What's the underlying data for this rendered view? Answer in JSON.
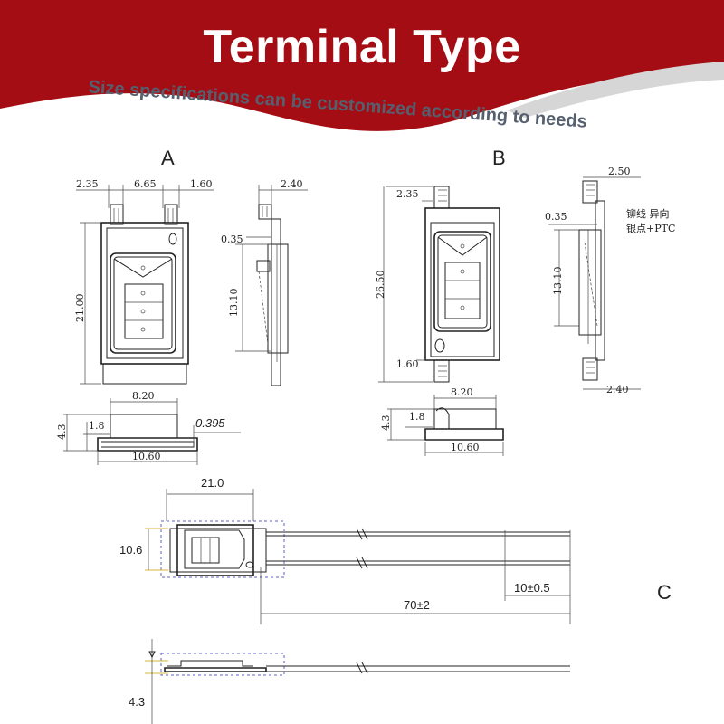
{
  "header": {
    "title": "Terminal Type",
    "subtitle": "Size specifications can be customized according to needs",
    "banner_color": "#a50d14",
    "accent_color": "#d6d6d6",
    "subtitle_color": "#555f6e"
  },
  "drawing_a": {
    "label": "A",
    "dims": {
      "d235": "2.35",
      "d665": "6.65",
      "d160": "1.60",
      "d240": "2.40",
      "d035": "0.35",
      "d1310": "13.10",
      "d2100": "21.00",
      "d820": "8.20",
      "d43": "4.3",
      "d18": "1.8",
      "d0395": "0.395",
      "d1060": "10.60"
    }
  },
  "drawing_b": {
    "label": "B",
    "dims": {
      "d235": "2.35",
      "d2650": "26.50",
      "d160": "1.60",
      "d250": "2.50",
      "d035": "0.35",
      "d1310": "13.10",
      "d240": "2.40",
      "d820": "8.20",
      "d43": "4.3",
      "d18": "1.8",
      "d1060": "10.60"
    },
    "notes": [
      "铆线 异向",
      "银点+PTC"
    ]
  },
  "drawing_c": {
    "label": "C",
    "dims": {
      "d210": "21.0",
      "d106": "10.6",
      "d70": "70±2",
      "d10": "10±0.5",
      "d43": "4.3"
    }
  }
}
